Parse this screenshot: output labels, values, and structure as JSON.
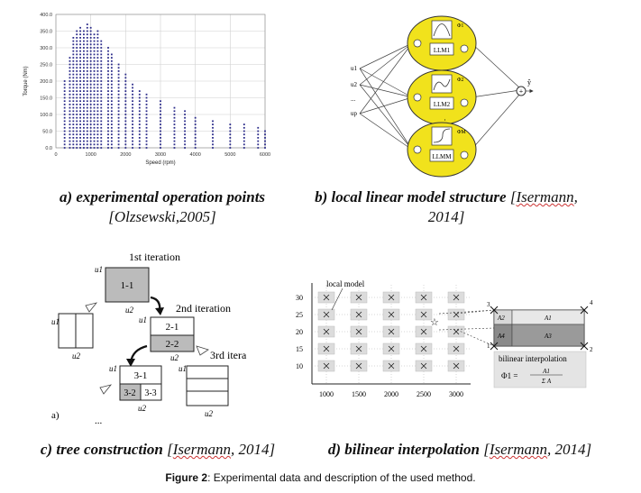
{
  "panel_a": {
    "caption_main": "a) experimental operation points",
    "caption_ref": "[Olzsewski,2005]",
    "chart_data": {
      "type": "scatter",
      "xlabel": "Speed (rpm)",
      "ylabel": "Torque (Nm)",
      "xlim": [
        0,
        6000
      ],
      "ylim": [
        0,
        400
      ],
      "xticks": [
        "0",
        "1000",
        "2000",
        "3000",
        "4000",
        "5000",
        "6000"
      ],
      "yticks": [
        "0.0",
        "50.0",
        "100.0",
        "150.0",
        "200.0",
        "250.0",
        "300.0",
        "350.0",
        "400.0"
      ],
      "grid": true,
      "columns": [
        {
          "speed": 250,
          "max_torque": 200
        },
        {
          "speed": 400,
          "max_torque": 270
        },
        {
          "speed": 500,
          "max_torque": 330
        },
        {
          "speed": 600,
          "max_torque": 355
        },
        {
          "speed": 700,
          "max_torque": 365
        },
        {
          "speed": 800,
          "max_torque": 350
        },
        {
          "speed": 900,
          "max_torque": 370
        },
        {
          "speed": 1000,
          "max_torque": 360
        },
        {
          "speed": 1100,
          "max_torque": 345
        },
        {
          "speed": 1200,
          "max_torque": 350
        },
        {
          "speed": 1300,
          "max_torque": 320
        },
        {
          "speed": 1500,
          "max_torque": 300
        },
        {
          "speed": 1600,
          "max_torque": 285
        },
        {
          "speed": 1800,
          "max_torque": 250
        },
        {
          "speed": 2000,
          "max_torque": 220
        },
        {
          "speed": 2200,
          "max_torque": 195
        },
        {
          "speed": 2400,
          "max_torque": 175
        },
        {
          "speed": 2600,
          "max_torque": 160
        },
        {
          "speed": 3000,
          "max_torque": 140
        },
        {
          "speed": 3400,
          "max_torque": 120
        },
        {
          "speed": 3700,
          "max_torque": 110
        },
        {
          "speed": 4000,
          "max_torque": 95
        },
        {
          "speed": 4500,
          "max_torque": 80
        },
        {
          "speed": 5000,
          "max_torque": 75
        },
        {
          "speed": 5400,
          "max_torque": 70
        },
        {
          "speed": 5800,
          "max_torque": 60
        },
        {
          "speed": 6000,
          "max_torque": 55
        }
      ]
    }
  },
  "panel_b": {
    "caption_main": "b) local linear model structure",
    "caption_ref_author": "Isermann",
    "caption_ref_year": "2014]",
    "inputs": [
      "u1",
      "u2",
      "...",
      "up"
    ],
    "models": [
      "LLM1",
      "LLM2",
      "LLMM"
    ],
    "phis": [
      "Φ1",
      "Φ2",
      "ΦM"
    ],
    "output": "ŷ",
    "dots": "⋮"
  },
  "panel_c": {
    "caption_main": "c) tree construction",
    "caption_ref_author": "Isermann",
    "caption_ref_year": "2014]",
    "label_a": "a)",
    "iter1": "1st iteration",
    "iter2": "2nd iteration",
    "iter3": "3rd itera",
    "cells": [
      "1-1",
      "2-1",
      "2-2",
      "3-1",
      "3-2",
      "3-3"
    ],
    "u1": "u1",
    "u2": "u2",
    "ellipsis": "..."
  },
  "panel_d": {
    "caption_main": "d) bilinear interpolation",
    "caption_ref_author": "Isermann",
    "caption_ref_year": "2014]",
    "local_model_label": "local model",
    "xticks": [
      "1000",
      "1500",
      "2000",
      "2500",
      "3000"
    ],
    "yticks": [
      "10",
      "15",
      "20",
      "25",
      "30"
    ],
    "corners": [
      "1",
      "2",
      "3",
      "4"
    ],
    "areas": [
      "A2",
      "A1",
      "A4",
      "A3"
    ],
    "interp_title": "bilinear interpolation",
    "formula_lhs": "Φ1 =",
    "formula_num": "A1",
    "formula_den": "Σ A"
  },
  "figure_caption_bold": "Figure 2",
  "figure_caption_rest": ": Experimental data and description of the used method."
}
